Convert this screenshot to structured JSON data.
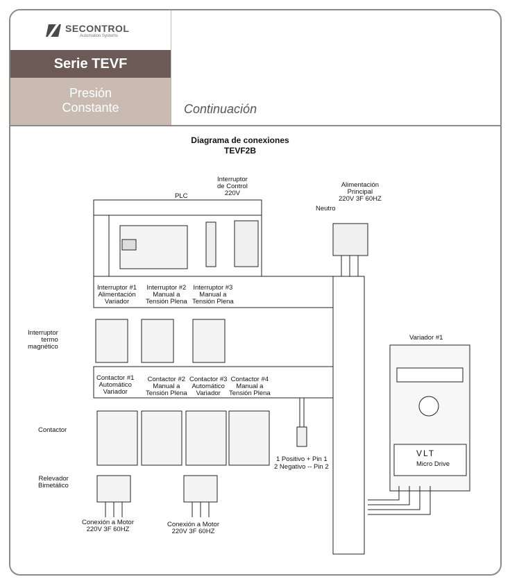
{
  "header": {
    "logo": {
      "name": "SECONTROL",
      "tagline": "Automation Systems"
    },
    "serie": "Serie TEVF",
    "presion_line1": "Presión",
    "presion_line2": "Constante",
    "continuacion": "Continuación"
  },
  "diagram": {
    "title_line1": "Diagrama de conexiones",
    "title_line2": "TEVF2B",
    "plc": "PLC",
    "interruptor_control": [
      "Interruptor",
      "de Control",
      "220V"
    ],
    "alimentacion_principal": [
      "Alimentación",
      "Principal",
      "220V 3F 60HZ"
    ],
    "neutro": "Neutro",
    "interruptores": [
      [
        "Interruptor #1",
        "Alimentación",
        "Variador"
      ],
      [
        "Interruptor #2",
        "Manual a",
        "Tensión Plena"
      ],
      [
        "Interruptor #3",
        "Manual a",
        "Tensión Plena"
      ]
    ],
    "interruptor_termo": [
      "Interruptor",
      "termo",
      "magnético"
    ],
    "contactores": [
      [
        "Contactor #1",
        "Automático",
        "Variador"
      ],
      [
        "Contactor #2",
        "Manual a",
        "Tensión Plena"
      ],
      [
        "Contactor #3",
        "Automático",
        "Variador"
      ],
      [
        "Contactor #4",
        "Manual a",
        "Tensión Plena"
      ]
    ],
    "contactor": "Contactor",
    "relevador": [
      "Relevador",
      "Bimetálico"
    ],
    "positivo": "1 Positivo + Pin 1",
    "negativo": "2 Negativo -- Pin 2",
    "variador": "Variador #1",
    "vlt_name": "VLT",
    "vlt_model": "Micro Drive",
    "motor_1": [
      "Conexión a Motor",
      "220V 3F 60HZ"
    ],
    "motor_2": [
      "Conexión a Motor",
      "220V 3F 60HZ"
    ]
  }
}
